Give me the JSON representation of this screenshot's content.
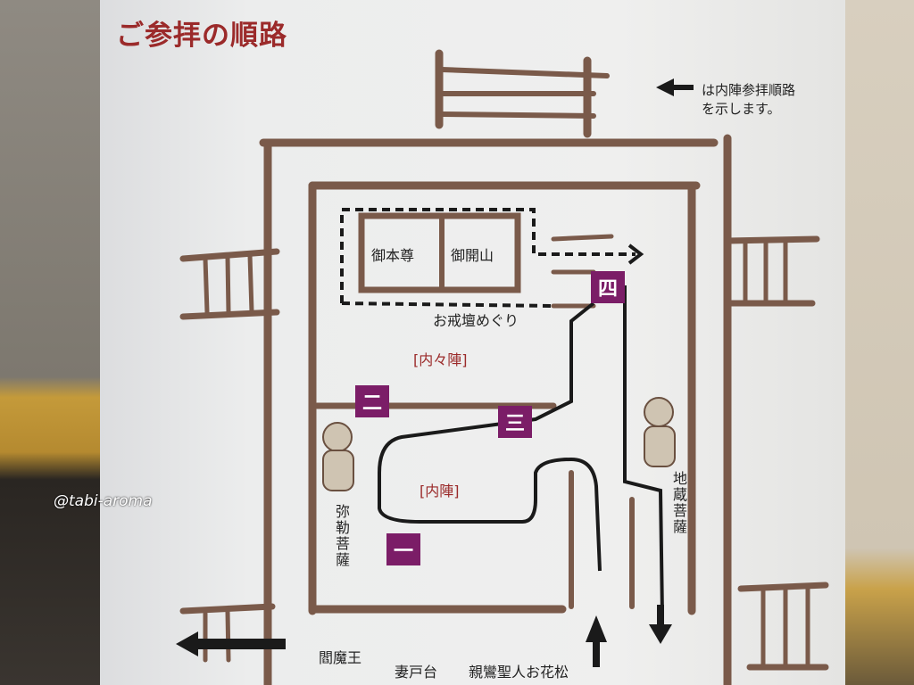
{
  "title": "ご参拝の順路",
  "legend": {
    "line1": "は内陣参拝順路",
    "line2": "を示します。"
  },
  "shrine": {
    "left": "御本尊",
    "right": "御開山"
  },
  "labels": {
    "kaidan": "お戒壇めぐり",
    "nainaijin": "[内々陣]",
    "naijin": "[内陣]",
    "miroku": "弥勒菩薩",
    "jizo": "地蔵菩薩",
    "enma": "閻魔王",
    "tsumadodai": "妻戸台",
    "shinran": "親鸞聖人お花松"
  },
  "badges": {
    "one": "一",
    "two": "二",
    "three": "三",
    "four": "四"
  },
  "watermark": "@tabi-aroma",
  "colors": {
    "title": "#9b2a2a",
    "badge": "#7b1d67",
    "wall": "#7a5a4a",
    "route": "#1a1a1a"
  }
}
